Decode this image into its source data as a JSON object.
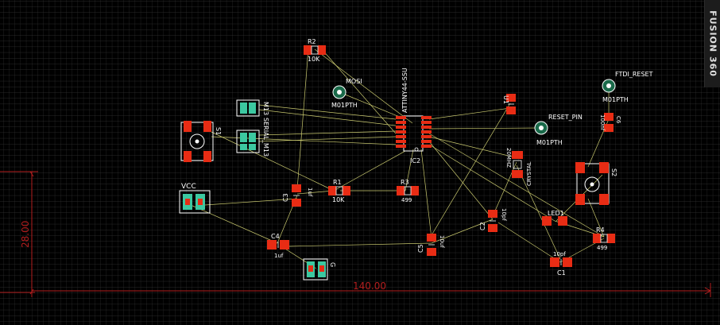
{
  "brand": {
    "label": "FUSION 360"
  },
  "dimensions": {
    "width_label": "140.00",
    "height_label": "28.00"
  },
  "components": {
    "r2": {
      "name": "R2",
      "value": "10K"
    },
    "r1": {
      "name": "R1",
      "value": "10K"
    },
    "r3": {
      "name": "R3",
      "value": "499"
    },
    "r4": {
      "name": "R4",
      "value": "499"
    },
    "c1": {
      "name": "C1",
      "value": "10pf"
    },
    "c2": {
      "name": "C2",
      "value": "10pf"
    },
    "c3": {
      "name": "C3",
      "value": "1uf"
    },
    "c4": {
      "name": "C4",
      "value": "1uf"
    },
    "c5": {
      "name": "C5",
      "value": "10uf"
    },
    "c6": {
      "name": "C6",
      "value": "100nf"
    },
    "ic2": {
      "name": "IC2",
      "value": "ATTINY44-SSU"
    },
    "crystal": {
      "name": "CRYSTAL",
      "value": "20MHZ"
    },
    "led1": {
      "name": "LED1"
    },
    "mosi": {
      "name": "MOSI",
      "value": "M01PTH"
    },
    "ftdi_reset": {
      "name": "FTDI_RESET",
      "value": "M01PTH"
    },
    "reset_pin": {
      "name": "RESET_PIN",
      "value": "M01PTH"
    },
    "vcc": {
      "name": "VCC"
    },
    "sw_left": {
      "name": "S1"
    },
    "sw_right": {
      "name": "S2"
    },
    "fragments": {
      "top_left_a": "M13",
      "top_left_b": "SERIAL_M13",
      "gnd": "G",
      "u1": "U1"
    }
  },
  "colors": {
    "pad": "#e82c14",
    "silk": "#ffffff",
    "ratsnest": "#c8c86e",
    "dimension": "#b41e1e",
    "grid": "#3a3a3a",
    "led": "#3cc8a0"
  }
}
